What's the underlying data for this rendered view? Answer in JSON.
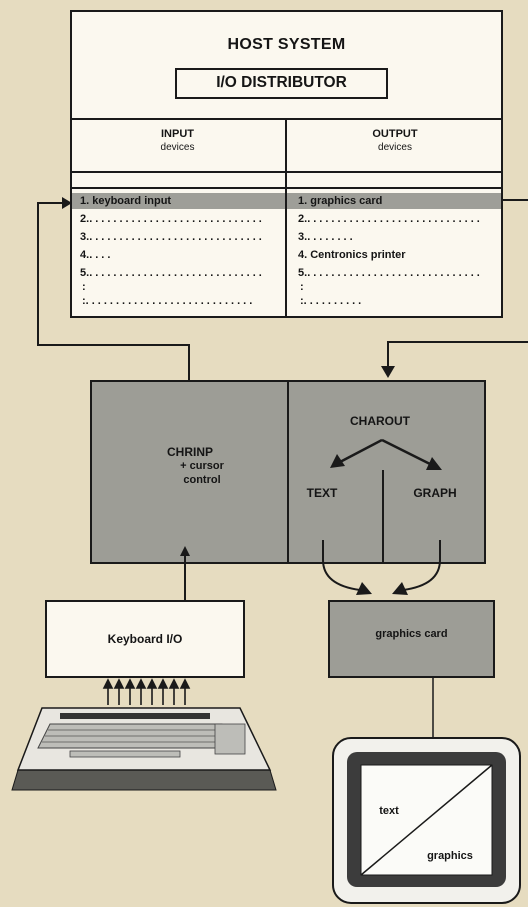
{
  "host": {
    "title": "HOST SYSTEM",
    "distributor": "I/O DISTRIBUTOR"
  },
  "input_col": {
    "header": "INPUT",
    "sub": "devices",
    "rows": [
      "1. keyboard input",
      "2.",
      "3.",
      "4.",
      "5.",
      ":",
      ":"
    ]
  },
  "output_col": {
    "header": "OUTPUT",
    "sub": "devices",
    "rows": [
      "1. graphics card",
      "2.",
      "3.",
      "4. Centronics printer",
      "5.",
      ":",
      ":"
    ]
  },
  "blocks": {
    "chrinp": "CHRINP",
    "chrinp_sub1": "+ cursor",
    "chrinp_sub2": "control",
    "charout": "CHAROUT",
    "text": "TEXT",
    "graph": "GRAPH",
    "keyboard_io": "Keyboard I/O",
    "graphics_card": "graphics card"
  },
  "monitor": {
    "text": "text",
    "graphics": "graphics"
  },
  "icons": [
    "keyboard-icon",
    "monitor-icon"
  ],
  "colors": {
    "gray": "#9d9d96",
    "paper": "#fbf8ef",
    "background": "#e6dcc0"
  }
}
